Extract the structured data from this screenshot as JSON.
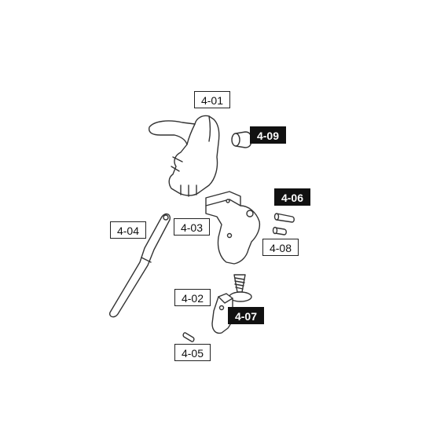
{
  "labels": {
    "p4_01": "4-01",
    "p4_02": "4-02",
    "p4_03": "4-03",
    "p4_04": "4-04",
    "p4_05": "4-05",
    "p4_06": "4-06",
    "p4_07": "4-07",
    "p4_08": "4-08",
    "p4_09": "4-09"
  },
  "colors": {
    "outline_label_bg": "#ffffff",
    "highlight_label_bg": "#111111",
    "line": "#333333"
  }
}
